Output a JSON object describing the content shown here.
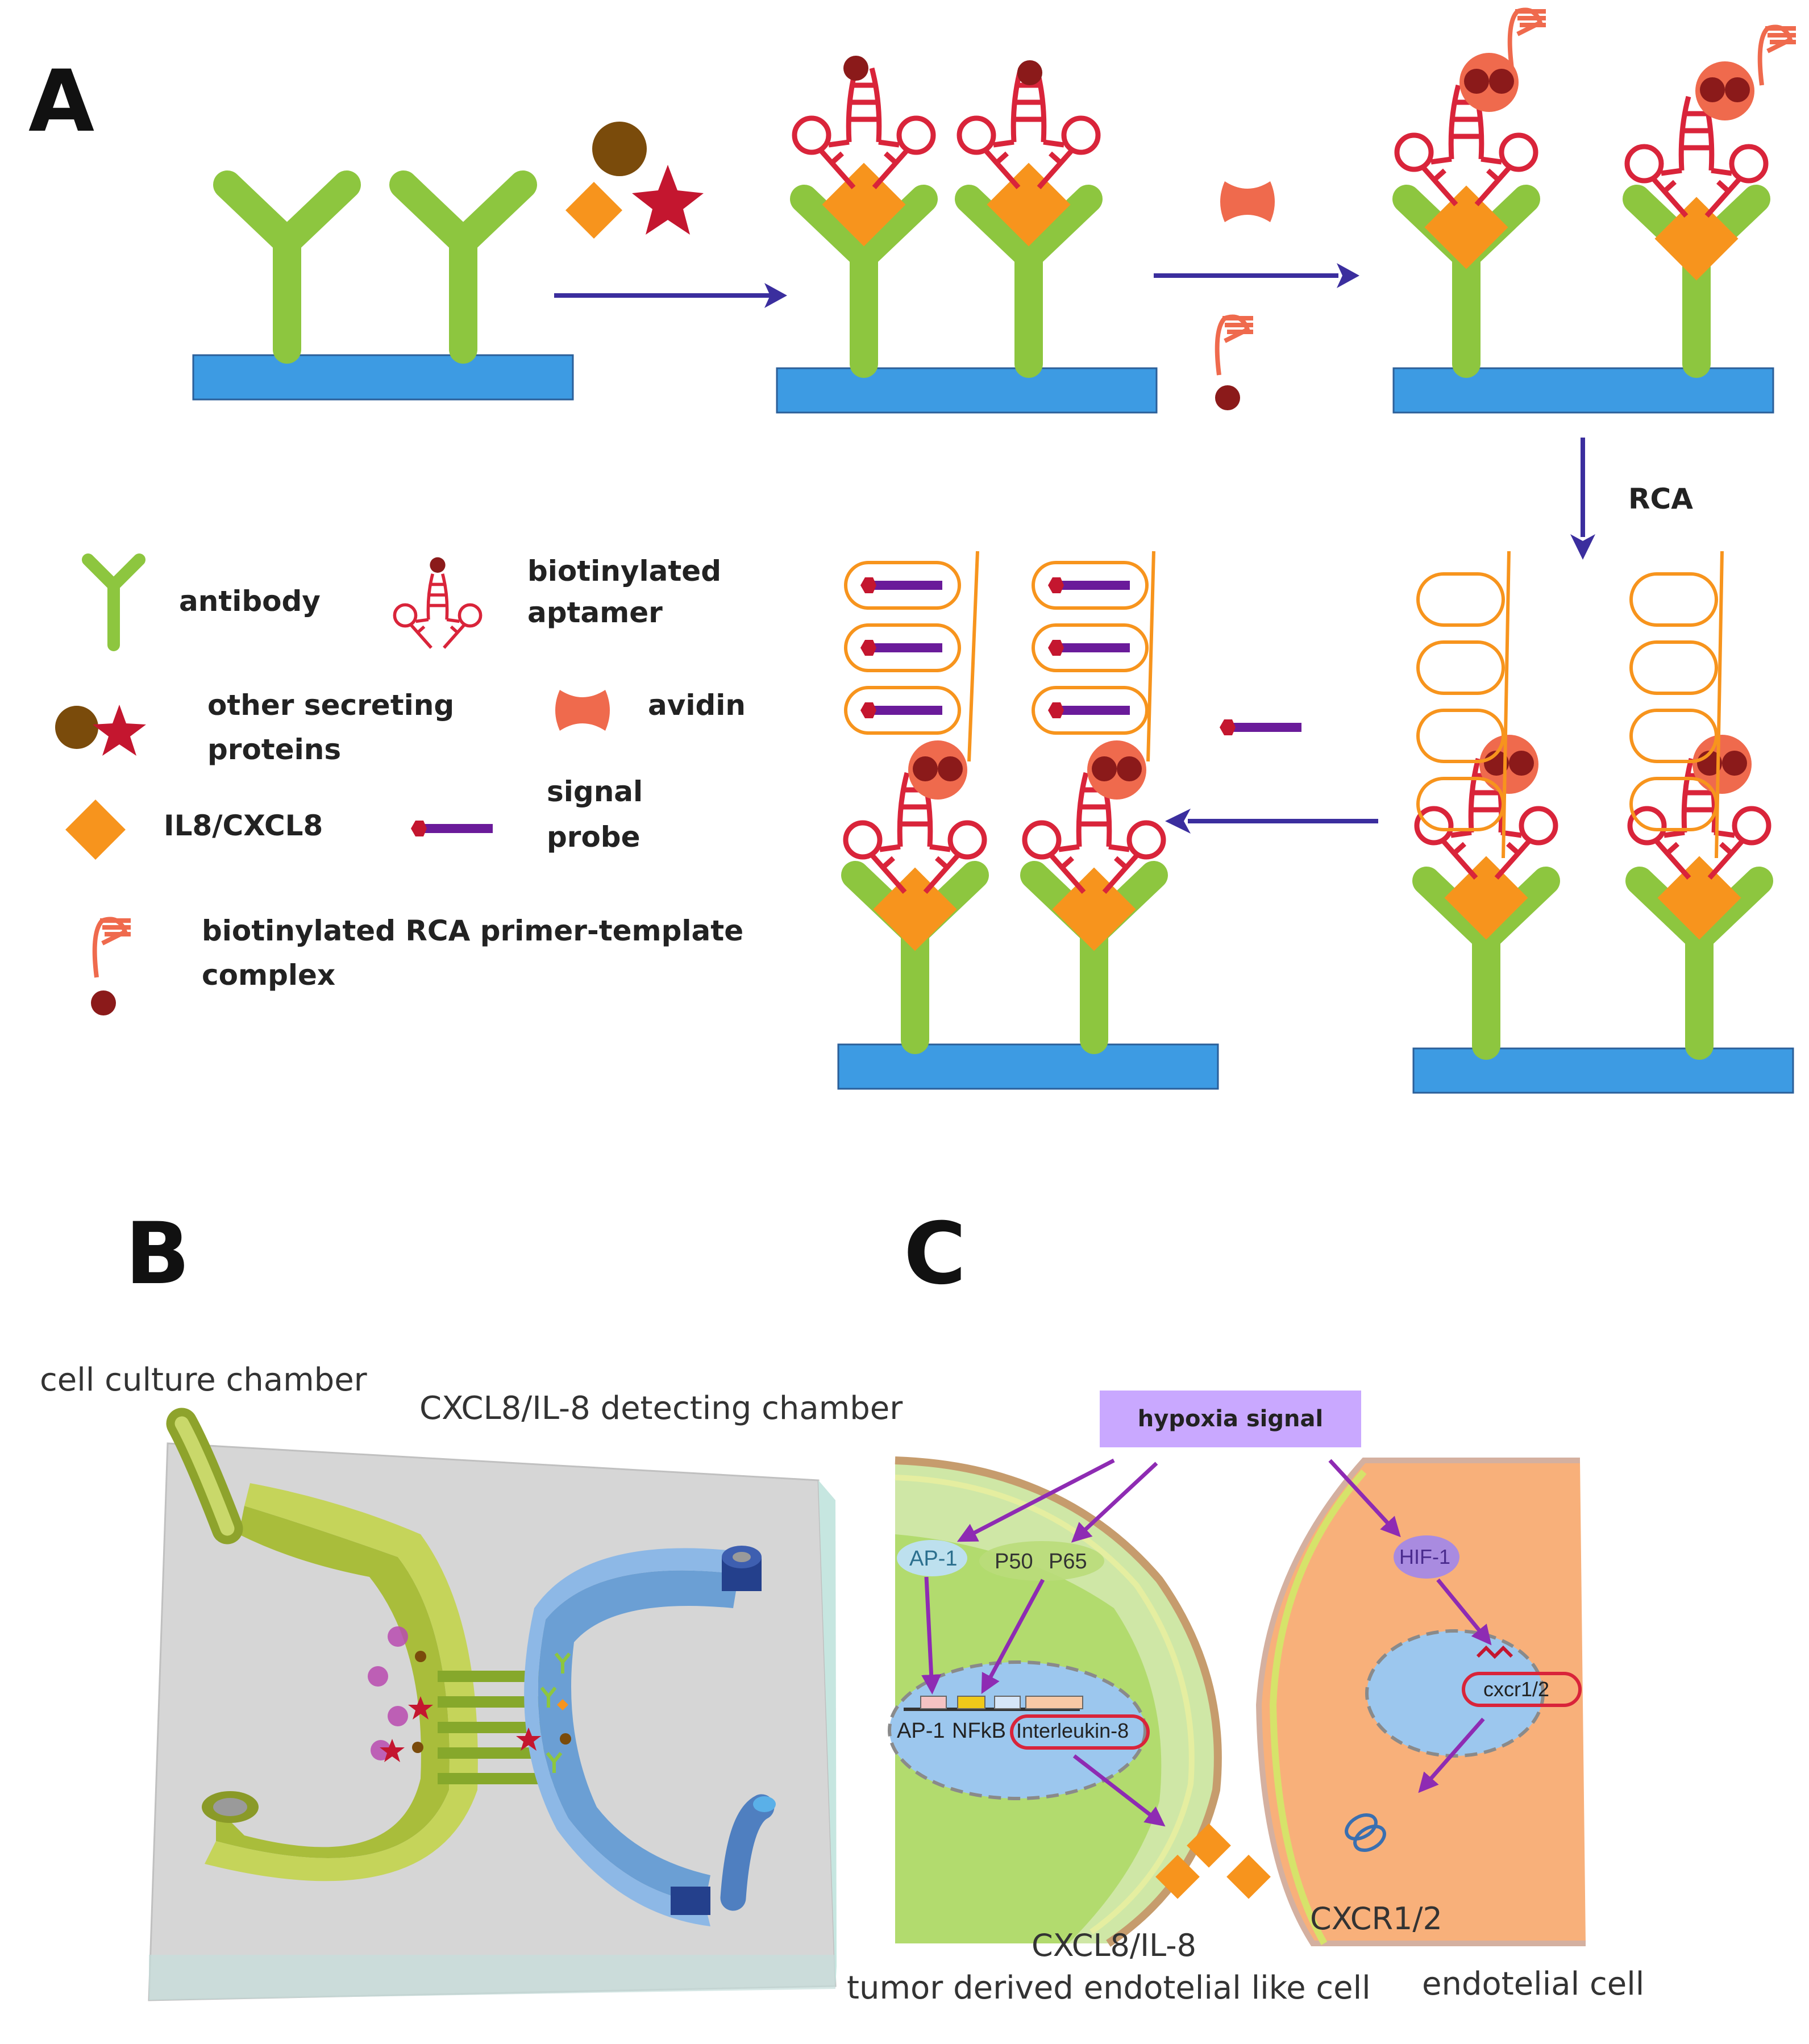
{
  "colors": {
    "antibody": "#8dc63f",
    "substrate": "#3d9be3",
    "aptamer": "#d9243a",
    "biotin": "#8b1a1a",
    "il8": "#f7941d",
    "other_protein_circle": "#7a4b0b",
    "other_protein_star": "#c4162f",
    "avidin": "#ef6a4d",
    "arrow": "#3b2e9e",
    "rca_strand": "#f7941d",
    "signal_probe_bar": "#6a1b9a",
    "signal_probe_head": "#c4162f",
    "chip_base": "#d9d9d9",
    "culture_chamber": "#b7c84b",
    "detect_chamber": "#6b9fd4",
    "hypoxia_box": "#c9a8ff",
    "pathway_arrow": "#8e2bb3",
    "tumor_cell": "#9fd34a",
    "endothelial_cell": "#f8b07a",
    "nucleus": "#9cc7ee"
  },
  "panels": {
    "a": {
      "letter": "A",
      "step_label_rca": "RCA",
      "legend": {
        "antibody": "antibody",
        "aptamer_line1": "biotinylated",
        "aptamer_line2": "aptamer",
        "other_line1": "other secreting",
        "other_line2": "proteins",
        "avidin": "avidin",
        "il8": "IL8/CXCL8",
        "probe_line1": "signal",
        "probe_line2": "probe",
        "rca_line1": "biotinylated RCA primer-template",
        "rca_line2": "complex"
      },
      "icons": {
        "antibody": "y-antibody-icon",
        "aptamer": "hairpin-aptamer-icon",
        "other_proteins": "circle-and-star-icon",
        "avidin": "avidin-icon",
        "il8": "diamond-icon",
        "probe": "signal-probe-icon",
        "rca_complex": "primer-template-icon"
      }
    },
    "b": {
      "letter": "B",
      "culture_label": "cell culture chamber",
      "detect_label": "CXCL8/IL-8 detecting chamber"
    },
    "c": {
      "letter": "C",
      "hypoxia": "hypoxia signal",
      "ap1": "AP-1",
      "p50": "P50",
      "p65": "P65",
      "ap1_site": "AP-1",
      "nfkb_site": "NFkB",
      "gene_il8": "Interleukin-8",
      "hif1": "HIF-1",
      "gene_cxcr": "cxcr1/2",
      "secreted": "CXCL8/IL-8",
      "receptor": "CXCR1/2",
      "tumor_cell": "tumor derived endotelial like cell",
      "endo_cell": "endotelial cell"
    }
  }
}
